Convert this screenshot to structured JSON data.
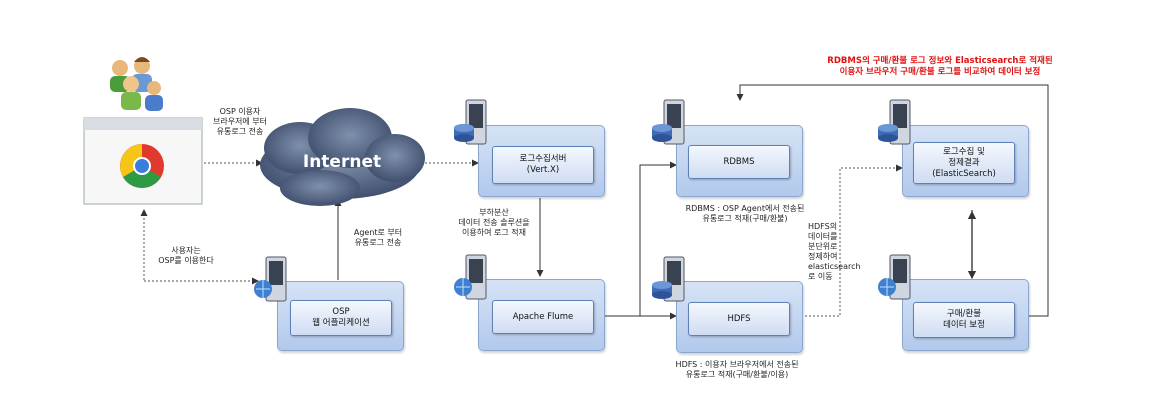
{
  "nodes": {
    "log_server": "로그수집서버\n(Vert.X)",
    "flume": "Apache Flume",
    "rdbms": "RDBMS",
    "hdfs": "HDFS",
    "elastic": "로그수집 및\n정제결과\n(ElasticSearch)",
    "correction": "구매/환불\n데이터 보정",
    "osp_app": "OSP\n웹 어플리케이션",
    "internet": "Internet"
  },
  "labels": {
    "osp_user_browser": "OSP 이용자\n브라우저에 부터\n유통로그 전송",
    "user_uses_osp": "사용자는\nOSP를 이용한다",
    "agent_send": "Agent로 부터\n유통로그 전송",
    "load_balance": "부하분산\n데이터 전송 솔루션을\n이용하여 로그 적재",
    "rdbms_note": "RDBMS : OSP Agent에서 전송된\n유통로그 적재(구매/환불)",
    "hdfs_note": "HDFS : 이용자 브라우저에서 전송된\n유통로그 적재(구매/환불/이용)",
    "hdfs_refine": "HDFS의\n데이터를\n분단위로\n정제하여\nelasticsearch\n로 이동",
    "red_title": "RDBMS의 구매/환불 로그 정보와 Elasticsearch로 적재된\n이용자 브라우저 구매/환불 로그를 비교하여 데이터 보정"
  },
  "colors": {
    "accent_red": "#e01010",
    "box_fill": "#c4d6f0",
    "server_blue": "#3f6cb5"
  },
  "icons": [
    "users-icon",
    "chrome-browser-icon",
    "internet-cloud-icon",
    "database-server-icon",
    "web-server-icon"
  ]
}
